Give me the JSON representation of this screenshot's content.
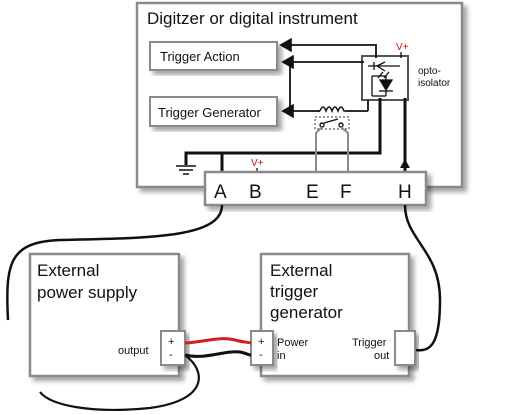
{
  "instrument": {
    "title": "Digitzer or digital instrument",
    "trigger_action": "Trigger Action",
    "trigger_generator": "Trigger Generator",
    "optoisolator_line1": "opto-",
    "optoisolator_line2": "isolator",
    "vplus": "V+"
  },
  "connector": {
    "pins": [
      "A",
      "B",
      "E",
      "F",
      "H"
    ],
    "vplus": "V+"
  },
  "power_supply": {
    "title_line1": "External",
    "title_line2": "power supply",
    "output_label": "output",
    "plus": "+",
    "minus": "-"
  },
  "trigger_gen": {
    "title_line1": "External",
    "title_line2": "trigger",
    "title_line3": "generator",
    "power_line1": "Power",
    "power_line2": "in",
    "trigger_line1": "Trigger",
    "trigger_line2": "out",
    "plus": "+",
    "minus": "-"
  },
  "colors": {
    "panel": "#ffffff",
    "border": "#8a8a8a",
    "wire": "#111111",
    "wire_gray": "#8c8c8c",
    "red_wire": "#d21f1f",
    "vplus": "#cc1111"
  }
}
